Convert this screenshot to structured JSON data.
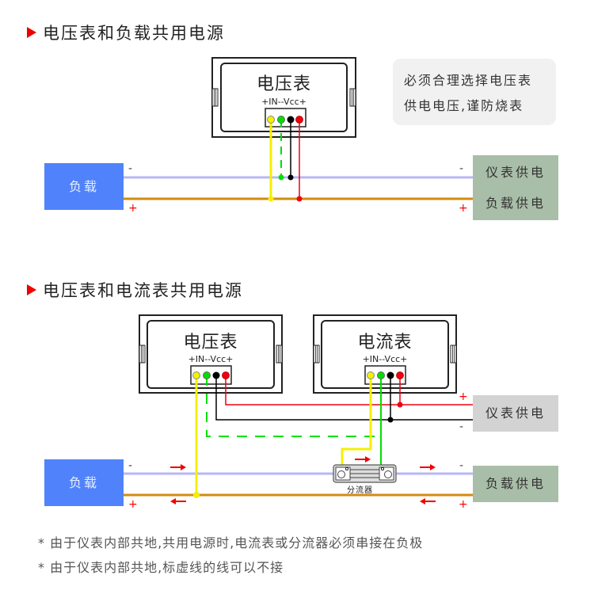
{
  "colors": {
    "accent_triangle": "#f00000",
    "load_box": "#5083fb",
    "supply_box_green": "#a9bea8",
    "supply_box_gray": "#d3d3d3",
    "negative_wire": "#b7b7f5",
    "positive_wire": "#d08c10",
    "pin_yellow": "#f5f000",
    "pin_green": "#00e000",
    "pin_black": "#000000",
    "pin_red": "#f00010",
    "arrow": "#f00000"
  },
  "section1": {
    "heading": "电压表和负载共用电源",
    "voltmeter": {
      "title": "电压表",
      "pins": "+IN--Vcc+"
    },
    "tip_line1": "必须合理选择电压表",
    "tip_line2": "供电电压,谨防烧表",
    "load_label": "负载",
    "supply_line1": "仪表供电",
    "supply_line2": "负载供电",
    "minus": "-",
    "plus": "+"
  },
  "section2": {
    "heading": "电压表和电流表共用电源",
    "voltmeter": {
      "title": "电压表",
      "pins": "+IN--Vcc+"
    },
    "ammeter": {
      "title": "电流表",
      "pins": "+IN--Vcc+"
    },
    "meter_supply_label": "仪表供电",
    "load_label": "负载",
    "load_supply_label": "负载供电",
    "shunt_label": "分流器",
    "minus": "-",
    "plus": "+"
  },
  "notes": [
    "* 由于仪表内部共地,共用电源时,电流表或分流器必须串接在负极",
    "* 由于仪表内部共地,标虚线的线可以不接"
  ]
}
